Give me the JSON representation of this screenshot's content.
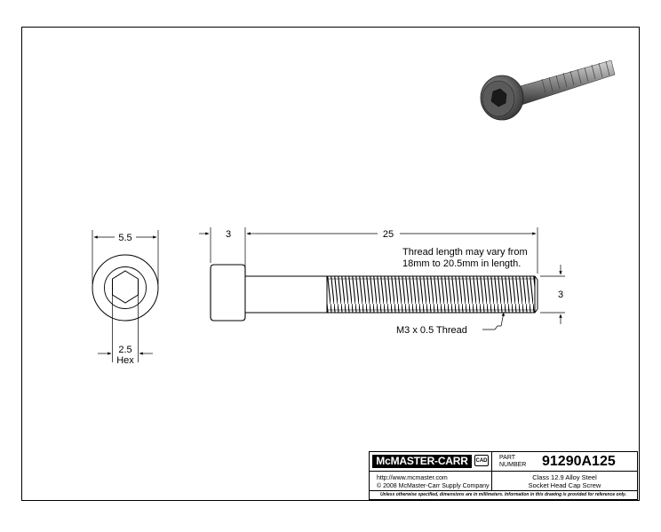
{
  "dimensions": {
    "head_diameter": "5.5",
    "hex_size": "2.5",
    "hex_label": "Hex",
    "head_height": "3",
    "length": "25",
    "thread_diameter": "3"
  },
  "notes": {
    "thread_length_line1": "Thread length may vary from",
    "thread_length_line2": "18mm to 20.5mm in length.",
    "thread_callout": "M3 x 0.5 Thread"
  },
  "title_block": {
    "brand": "McMASTER-CARR",
    "cad_badge": "CAD",
    "part_label": "PART NUMBER",
    "part_number": "91290A125",
    "url": "http://www.mcmaster.com",
    "copyright": "© 2008 McMaster-Carr Supply Company",
    "description_line1": "Class 12.9 Alloy Steel",
    "description_line2": "Socket Head Cap Screw",
    "footer": "Unless otherwise specified, dimensions are in millimeters.  Information in this drawing is provided for reference only."
  },
  "icons": {
    "render": "screw-render-icon"
  },
  "colors": {
    "line": "#000000",
    "render_metal": "#8a8a8a",
    "render_dark": "#3a3a3a"
  }
}
